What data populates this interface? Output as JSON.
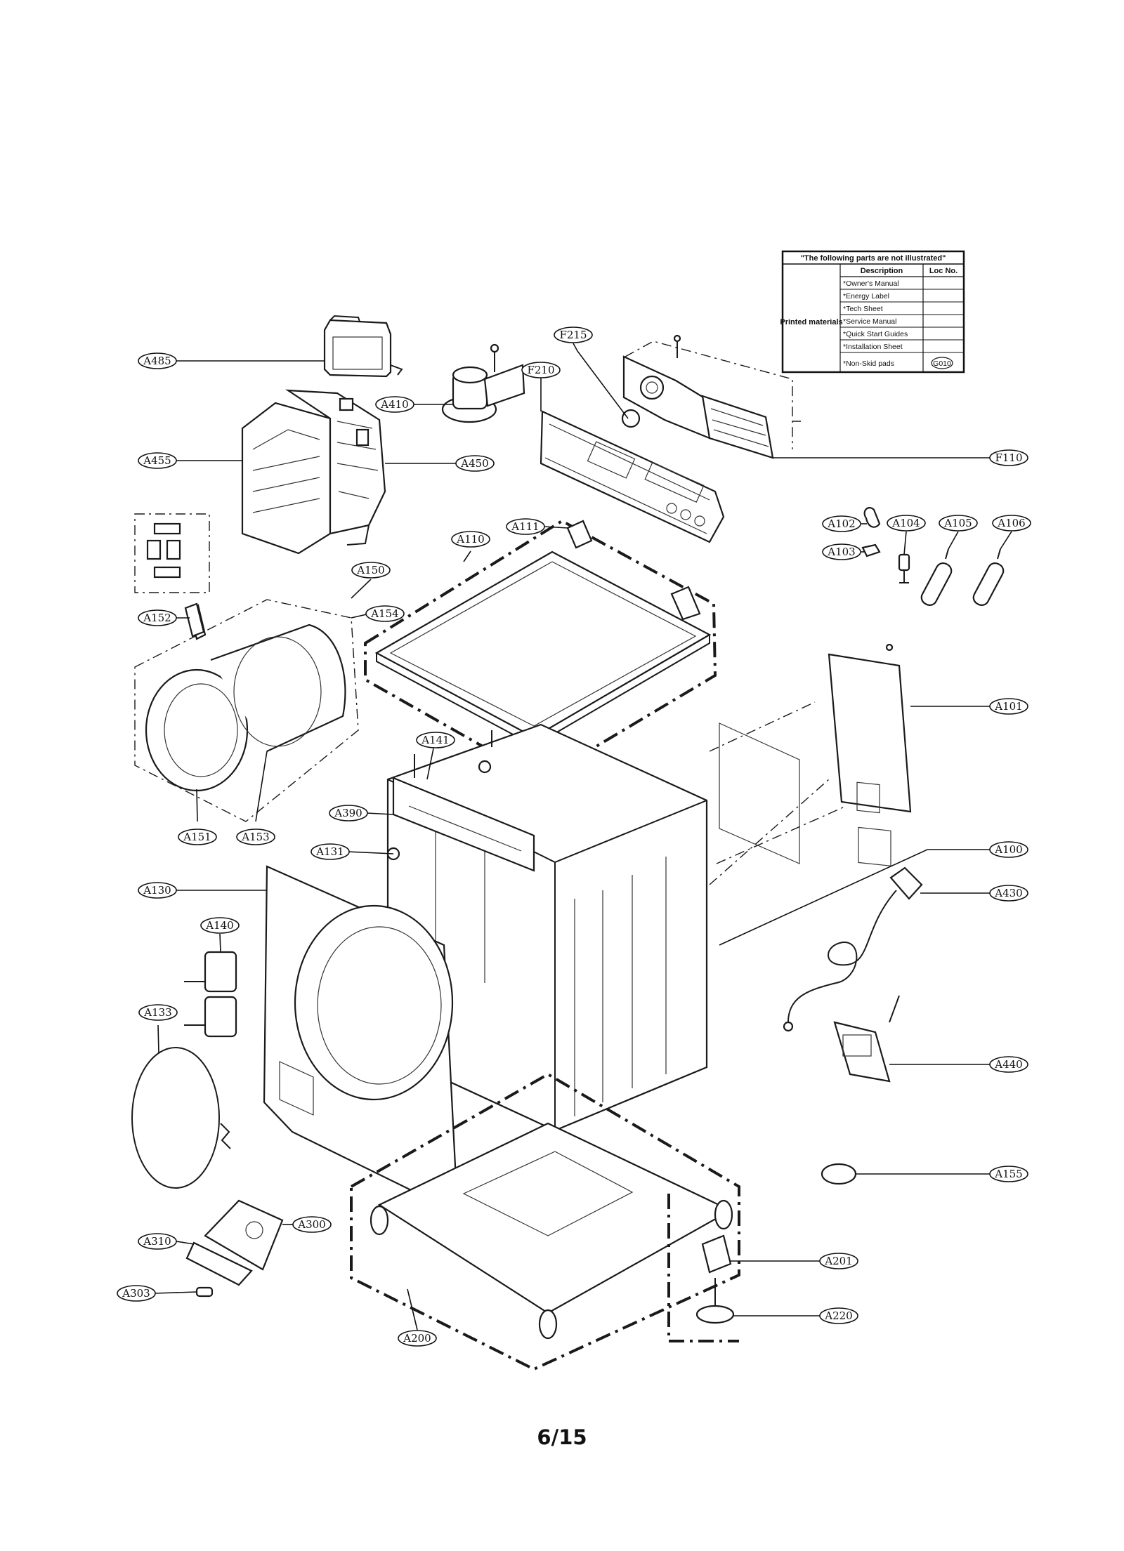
{
  "table": {
    "title": "\"The following parts are not illustrated\"",
    "header_description": "Description",
    "header_loc": "Loc No.",
    "group_label": "Printed materials",
    "rows": [
      {
        "description": "*Owner's Manual",
        "loc": ""
      },
      {
        "description": "*Energy Label",
        "loc": ""
      },
      {
        "description": "*Tech Sheet",
        "loc": ""
      },
      {
        "description": "*Service Manual",
        "loc": ""
      },
      {
        "description": "*Quick Start Guides",
        "loc": ""
      },
      {
        "description": "*Installation Sheet",
        "loc": ""
      },
      {
        "description": "*Non-Skid pads",
        "loc": "G010"
      }
    ]
  },
  "callouts": [
    "A485",
    "A410",
    "F215",
    "F210",
    "A455",
    "A450",
    "F110",
    "A111",
    "A110",
    "A102",
    "A104",
    "A105",
    "A106",
    "A103",
    "A150",
    "A152",
    "A154",
    "A101",
    "A141",
    "A390",
    "A151",
    "A153",
    "A131",
    "A100",
    "A130",
    "A430",
    "A140",
    "A133",
    "A440",
    "A155",
    "A300",
    "A310",
    "A201",
    "A303",
    "A220",
    "A200"
  ],
  "page_number": "6/15"
}
